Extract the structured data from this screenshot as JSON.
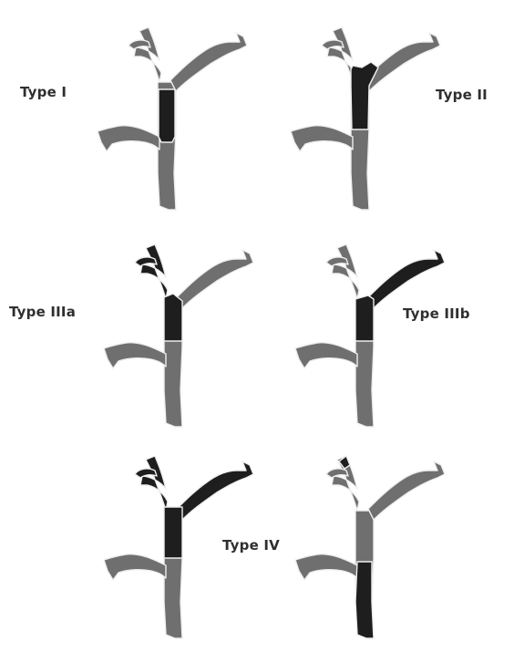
{
  "labels": {
    "type1": "Type I",
    "type2": "Type II",
    "type3a": "Type IIIa",
    "type3b": "Type IIIb",
    "type4": "Type IV"
  },
  "colors": {
    "duct": "#6f6f6f",
    "tumor": "#1e1e1e",
    "background": "#ffffff",
    "label": "#2f2f2f"
  }
}
